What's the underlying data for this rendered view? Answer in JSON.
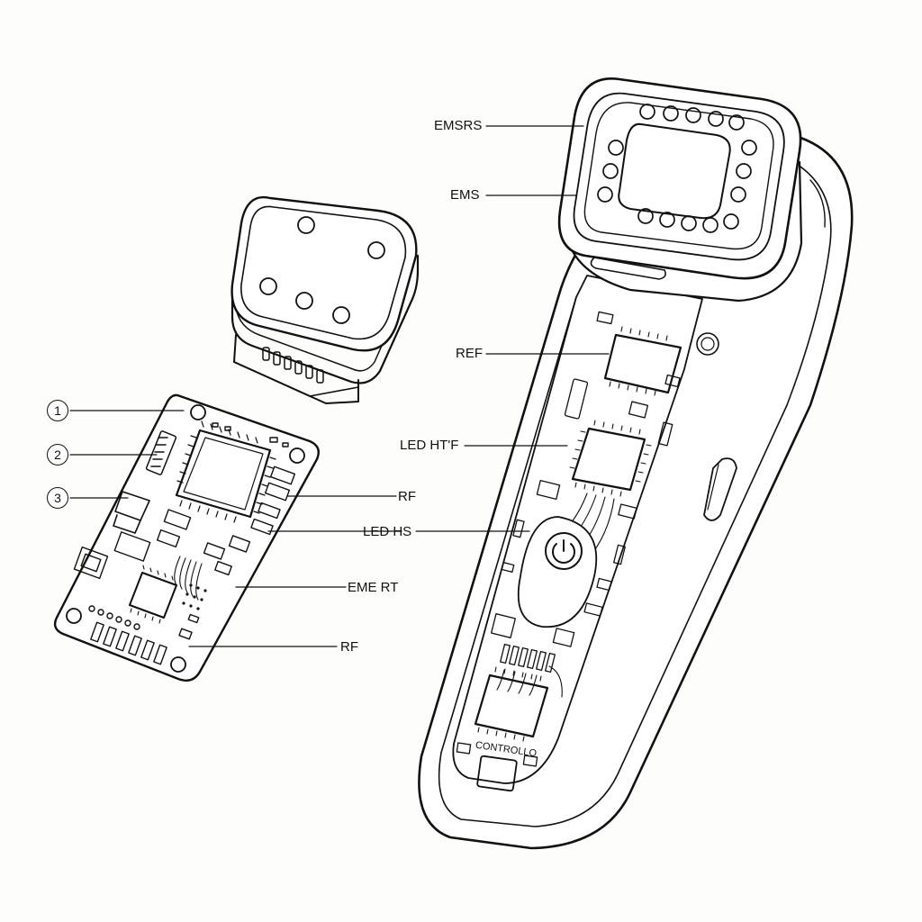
{
  "callouts": {
    "left": [
      {
        "id": "1",
        "text": "1"
      },
      {
        "id": "2",
        "text": "2"
      },
      {
        "id": "3",
        "text": "3"
      }
    ],
    "board_right": [
      {
        "text": "RF"
      },
      {
        "text": "LED HS"
      },
      {
        "text": "EME RT"
      },
      {
        "text": "RF"
      }
    ],
    "device_left": [
      {
        "text": "EMSRS"
      },
      {
        "text": "EMS"
      },
      {
        "text": "REF"
      },
      {
        "text": "LED HT'F"
      }
    ]
  },
  "device": {
    "power_button_icon": "power-icon",
    "side_button_icon": "side-button",
    "silkscreen_text": "CONTROLLO"
  },
  "colors": {
    "line": "#111111",
    "background": "#fdfdfb"
  }
}
